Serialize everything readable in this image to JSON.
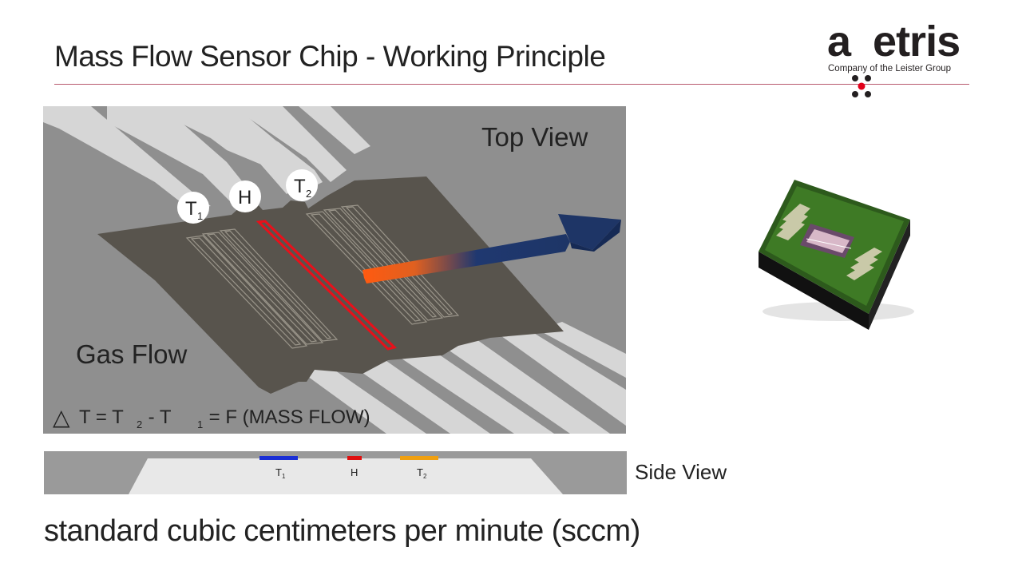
{
  "title": "Mass Flow Sensor Chip - Working Principle",
  "logo": {
    "word": "axetris",
    "tagline": "Company of the Leister Group",
    "accent_color": "#e2001a"
  },
  "top_view": {
    "label": "Top View",
    "gas_flow_label": "Gas Flow",
    "sensor_t1": {
      "main": "T",
      "sub": "1"
    },
    "sensor_h": "H",
    "sensor_t2": {
      "main": "T",
      "sub": "2"
    },
    "formula": {
      "delta": "△",
      "parts": [
        "T = T",
        "2",
        " - T",
        "1",
        " = F (MASS FLOW)"
      ]
    },
    "colors": {
      "background": "#8f8f8f",
      "membrane": "#58544d",
      "leads": "#d6d6d6",
      "heater": "#e8101a",
      "flow_arrow": "#1e3566",
      "heat_glow": "#f06010"
    }
  },
  "side_view": {
    "label": "Side View",
    "t1": {
      "main": "T",
      "sub": "1"
    },
    "h": "H",
    "t2": {
      "main": "T",
      "sub": "2"
    },
    "colors": {
      "t1": "#1a2fd6",
      "h": "#e01010",
      "t2": "#f0a010",
      "body": "#9a9a9a",
      "substrate": "#e8e8e8"
    }
  },
  "footer": "standard cubic centimeters per minute (sccm)"
}
